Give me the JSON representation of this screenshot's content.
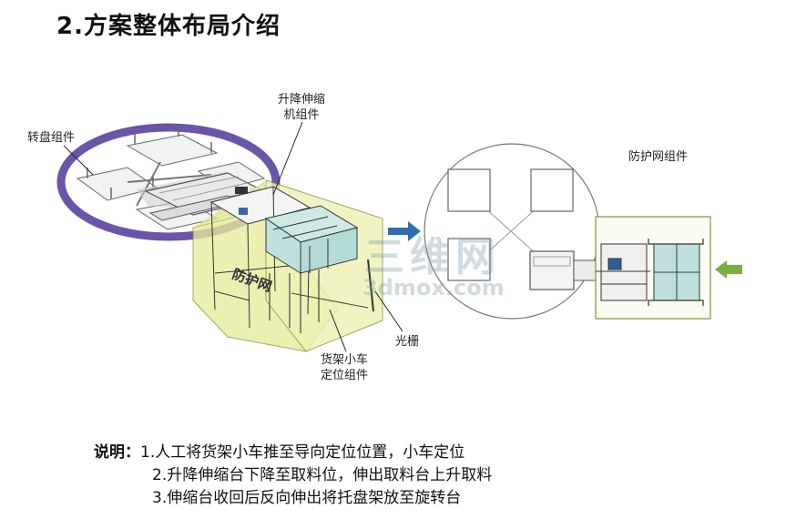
{
  "title": "2.方案整体布局介绍",
  "labels": {
    "turntable": "转盘组件",
    "lift_line1": "升降伸缩",
    "lift_line2": "机组件",
    "guard_net": "防护网组件",
    "guard_net_side": "防护网",
    "light_curtain": "光栅",
    "cart_line1": "货架小车",
    "cart_line2": "定位组件"
  },
  "notes": {
    "prefix": "说明：",
    "items": [
      "1.人工将货架小车推至导向定位位置，小车定位",
      "2.升降伸缩台下降至取料位，伸出取料台上升取料",
      "3.伸缩台收回后反向伸出将托盘架放至旋转台"
    ]
  },
  "watermark": {
    "text_cn": "三维网",
    "text_en": "3dmox.com"
  },
  "colors": {
    "ring": "#6a55a8",
    "guard": "#e6ec9a",
    "arrow_blue": "#2f6fb0",
    "arrow_green": "#7aae3e"
  }
}
